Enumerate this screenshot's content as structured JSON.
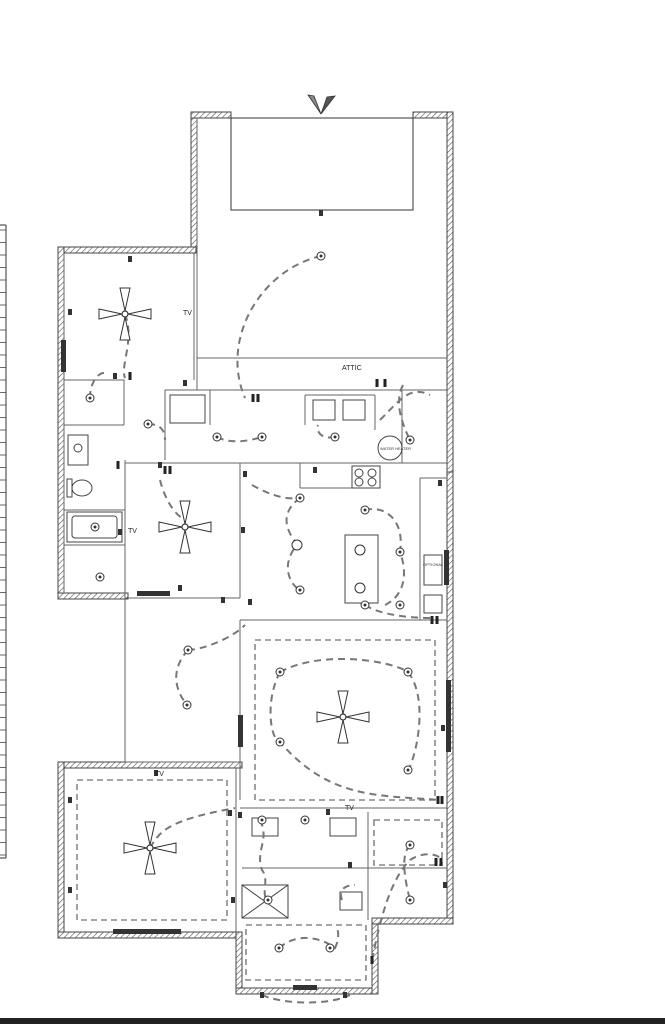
{
  "labels": {
    "attic": "ATTIC",
    "tv1": "TV",
    "tv2": "TV",
    "tv3": "TV",
    "tv4": "TV",
    "water_heater": "WATER HEATER",
    "optional": "OPTIONAL"
  }
}
